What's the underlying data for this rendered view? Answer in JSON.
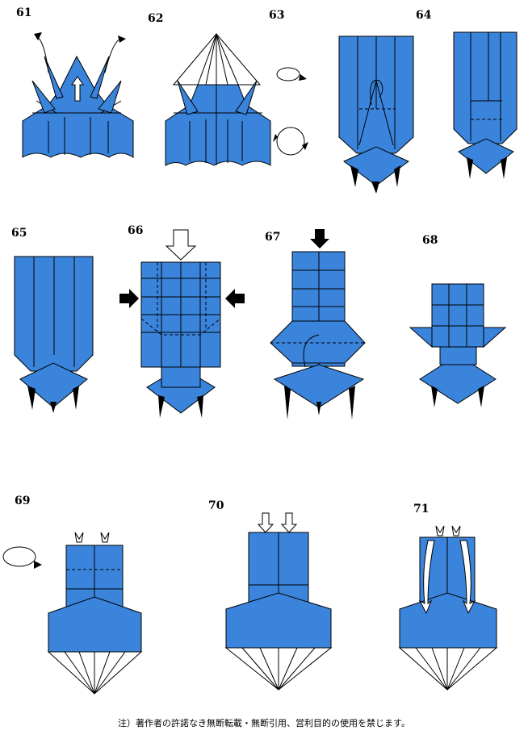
{
  "steps": [
    "61",
    "62",
    "63",
    "64",
    "65",
    "66",
    "67",
    "68",
    "69",
    "70",
    "71"
  ],
  "footer_note": "注）著作者の許諾なき無断転載・無断引用、営利目的の使用を禁じます。",
  "colors": {
    "paper_blue": "#3a84dc",
    "paper_white": "#ffffff"
  }
}
